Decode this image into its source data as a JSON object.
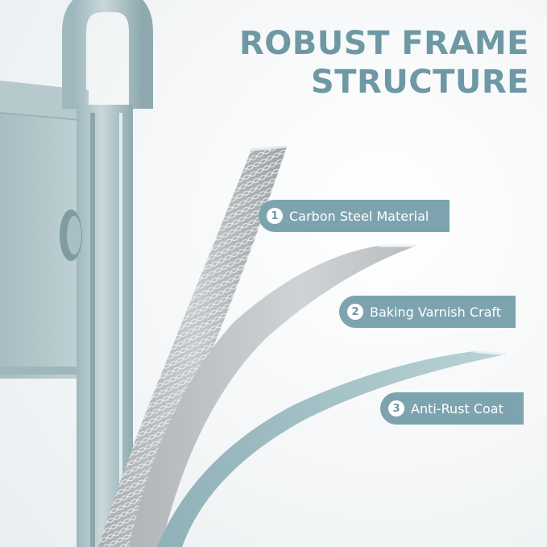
{
  "headline": {
    "line1": "ROBUST FRAME",
    "line2": "STRUCTURE"
  },
  "layers": [
    {
      "number": "1",
      "label": "Carbon Steel Material"
    },
    {
      "number": "2",
      "label": "Baking Varnish Craft"
    },
    {
      "number": "3",
      "label": "Anti-Rust Coat"
    }
  ],
  "colors": {
    "accent": "#7da4ae",
    "headline": "#6e98a4",
    "frame": "#a9c0c4",
    "steel": "#b8bcbf",
    "varnish": "#c7cacc",
    "coat": "#9fc1c7"
  }
}
